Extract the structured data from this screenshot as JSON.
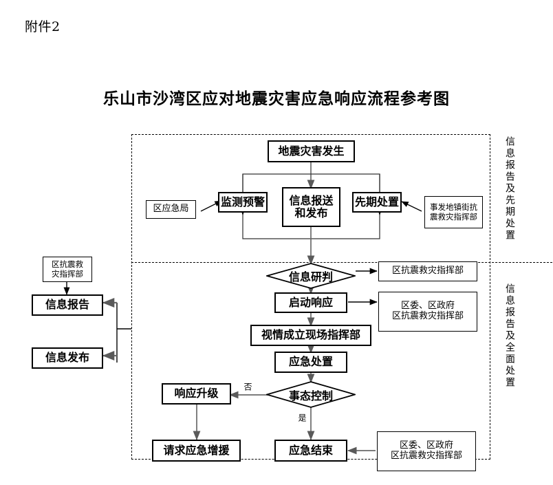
{
  "page": {
    "attachment_label": "附件2",
    "title": "乐山市沙湾区应对地震灾害应急响应流程参考图"
  },
  "side_captions": {
    "upper": "信息报告及先期处置",
    "lower": "信息报告及全面处置"
  },
  "nodes": {
    "earthquake_occurs": "地震灾害发生",
    "monitor_warning": "监测预警",
    "info_report_release": "信息报送\n和发布",
    "initial_response": "先期处置",
    "district_emergency_bureau": "区应急局",
    "town_street_hq": "事发地镇街抗\n震救灾指挥部",
    "info_analysis": "信息研判",
    "district_quake_hq_right": "区抗震救灾指挥部",
    "start_response": "启动响应",
    "committee_gov_hq_mid": "区委、区政府\n区抗震救灾指挥部",
    "onsite_hq": "视情成立现场指挥部",
    "emergency_handling": "应急处置",
    "situation_controlled": "事态控制",
    "response_upgrade": "响应升级",
    "request_reinforcement": "请求应急增援",
    "emergency_end": "应急结束",
    "committee_gov_hq_bottom": "区委、区政府\n区抗震救灾指挥部",
    "district_quake_hq_left": "区抗震救\n灾指挥部",
    "info_report": "信息报告",
    "info_release": "信息发布"
  },
  "edge_labels": {
    "no": "否",
    "yes": "是"
  },
  "colors": {
    "stroke": "#000000",
    "arrow_grey": "#6b6b6b",
    "background": "#ffffff"
  }
}
